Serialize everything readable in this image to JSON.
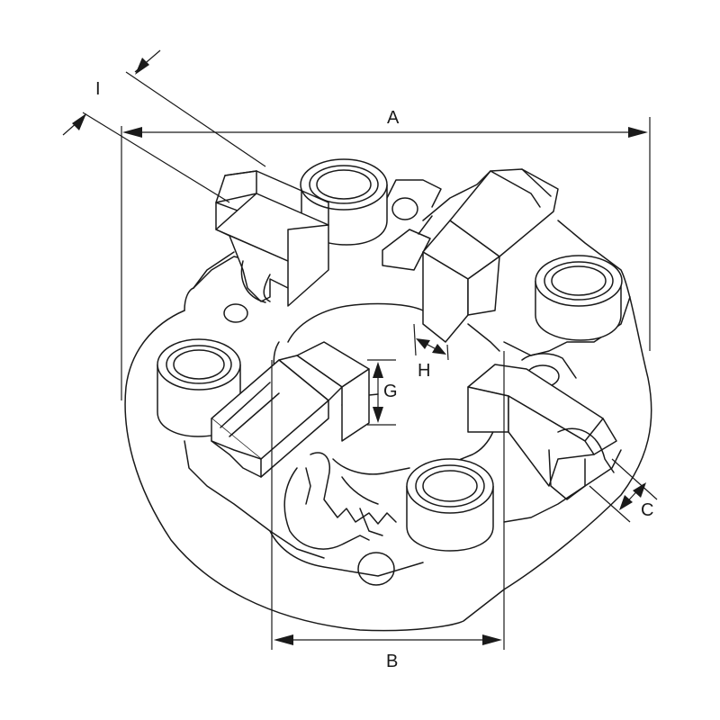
{
  "dimensions": {
    "a": "A",
    "b": "B",
    "c": "C",
    "g": "G",
    "h": "H",
    "i": "I"
  }
}
